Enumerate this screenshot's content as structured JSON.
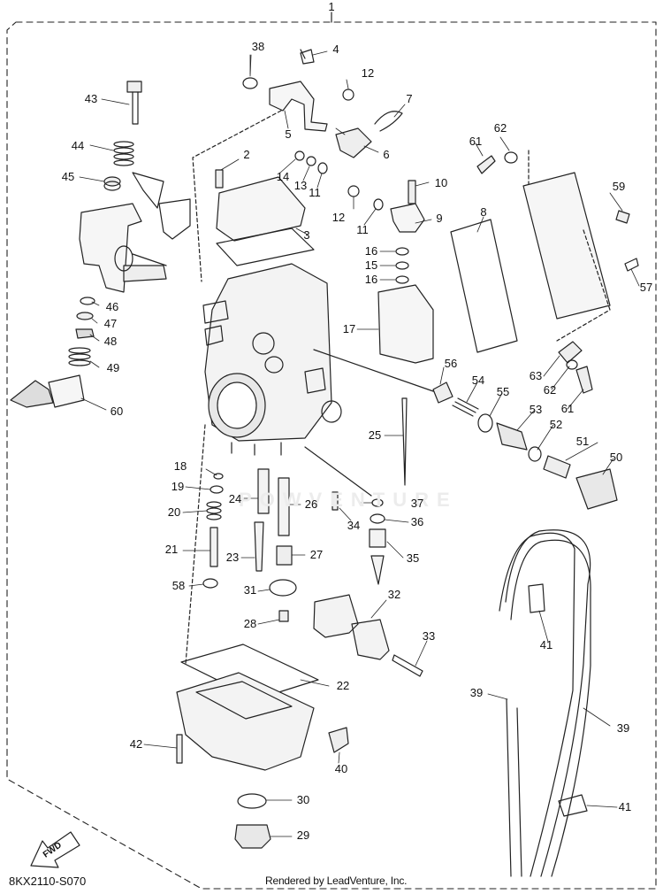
{
  "callouts": [
    {
      "id": "c1",
      "text": "1"
    },
    {
      "id": "c2",
      "text": "2"
    },
    {
      "id": "c3",
      "text": "3"
    },
    {
      "id": "c4",
      "text": "4"
    },
    {
      "id": "c5",
      "text": "5"
    },
    {
      "id": "c6",
      "text": "6"
    },
    {
      "id": "c7",
      "text": "7"
    },
    {
      "id": "c8",
      "text": "8"
    },
    {
      "id": "c9",
      "text": "9"
    },
    {
      "id": "c10",
      "text": "10"
    },
    {
      "id": "c11a",
      "text": "11"
    },
    {
      "id": "c11b",
      "text": "11"
    },
    {
      "id": "c12a",
      "text": "12"
    },
    {
      "id": "c12b",
      "text": "12"
    },
    {
      "id": "c13",
      "text": "13"
    },
    {
      "id": "c14",
      "text": "14"
    },
    {
      "id": "c15",
      "text": "15"
    },
    {
      "id": "c16a",
      "text": "16"
    },
    {
      "id": "c16b",
      "text": "16"
    },
    {
      "id": "c17",
      "text": "17"
    },
    {
      "id": "c18",
      "text": "18"
    },
    {
      "id": "c19",
      "text": "19"
    },
    {
      "id": "c20",
      "text": "20"
    },
    {
      "id": "c21",
      "text": "21"
    },
    {
      "id": "c22",
      "text": "22"
    },
    {
      "id": "c23",
      "text": "23"
    },
    {
      "id": "c24",
      "text": "24"
    },
    {
      "id": "c25",
      "text": "25"
    },
    {
      "id": "c26",
      "text": "26"
    },
    {
      "id": "c27",
      "text": "27"
    },
    {
      "id": "c28",
      "text": "28"
    },
    {
      "id": "c29",
      "text": "29"
    },
    {
      "id": "c30",
      "text": "30"
    },
    {
      "id": "c31",
      "text": "31"
    },
    {
      "id": "c32",
      "text": "32"
    },
    {
      "id": "c33",
      "text": "33"
    },
    {
      "id": "c34",
      "text": "34"
    },
    {
      "id": "c35",
      "text": "35"
    },
    {
      "id": "c36",
      "text": "36"
    },
    {
      "id": "c37",
      "text": "37"
    },
    {
      "id": "c38",
      "text": "38"
    },
    {
      "id": "c39a",
      "text": "39"
    },
    {
      "id": "c39b",
      "text": "39"
    },
    {
      "id": "c40",
      "text": "40"
    },
    {
      "id": "c41a",
      "text": "41"
    },
    {
      "id": "c41b",
      "text": "41"
    },
    {
      "id": "c42",
      "text": "42"
    },
    {
      "id": "c43",
      "text": "43"
    },
    {
      "id": "c44",
      "text": "44"
    },
    {
      "id": "c45",
      "text": "45"
    },
    {
      "id": "c46",
      "text": "46"
    },
    {
      "id": "c47",
      "text": "47"
    },
    {
      "id": "c48",
      "text": "48"
    },
    {
      "id": "c49",
      "text": "49"
    },
    {
      "id": "c50",
      "text": "50"
    },
    {
      "id": "c51",
      "text": "51"
    },
    {
      "id": "c52",
      "text": "52"
    },
    {
      "id": "c53",
      "text": "53"
    },
    {
      "id": "c54",
      "text": "54"
    },
    {
      "id": "c55",
      "text": "55"
    },
    {
      "id": "c56",
      "text": "56"
    },
    {
      "id": "c57",
      "text": "57"
    },
    {
      "id": "c58",
      "text": "58"
    },
    {
      "id": "c59",
      "text": "59"
    },
    {
      "id": "c60",
      "text": "60"
    },
    {
      "id": "c61a",
      "text": "61"
    },
    {
      "id": "c61b",
      "text": "61"
    },
    {
      "id": "c62a",
      "text": "62"
    },
    {
      "id": "c62b",
      "text": "62"
    },
    {
      "id": "c63",
      "text": "63"
    }
  ],
  "footer": {
    "diagram_id": "8KX2110-S070",
    "credit": "Rendered by LeadVenture, Inc."
  },
  "fwd_label": "FWD",
  "watermark": "POWVENTURE",
  "colors": {
    "line": "#222222",
    "paper": "#ffffff",
    "watermark": "#ececec"
  }
}
